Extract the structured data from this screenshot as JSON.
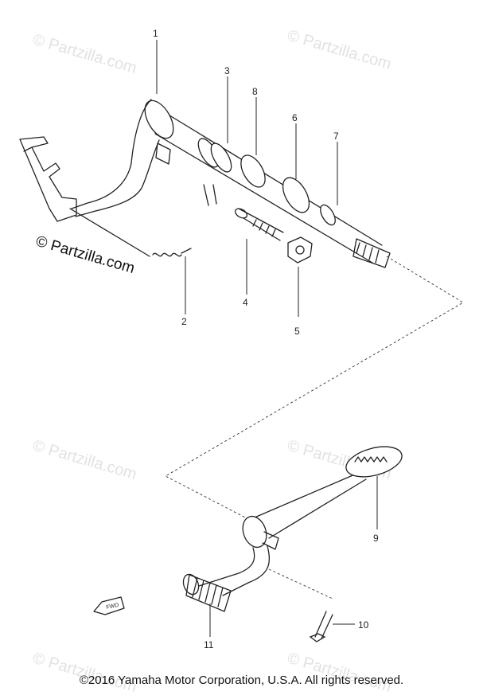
{
  "watermark": {
    "text": "© Partzilla.com",
    "main_text": "© Partzilla.com"
  },
  "callouts": {
    "c1": "1",
    "c2": "2",
    "c3": "3",
    "c4": "4",
    "c5": "5",
    "c6": "6",
    "c7": "7",
    "c8": "8",
    "c9": "9",
    "c10": "10",
    "c11": "11"
  },
  "fwd_label": "FWD",
  "copyright": "©2016 Yamaha Motor Corporation, U.S.A. All rights reserved."
}
